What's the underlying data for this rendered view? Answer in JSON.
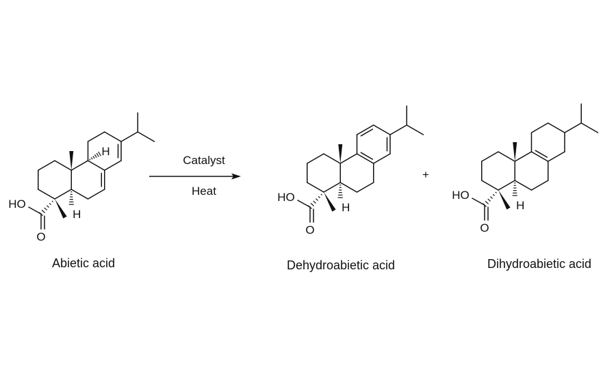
{
  "reaction": {
    "reactant": {
      "name": "Abietic acid"
    },
    "conditions": {
      "above_arrow": "Catalyst",
      "below_arrow": "Heat"
    },
    "plus_sign": "+",
    "products": [
      {
        "name": "Dehydroabietic acid"
      },
      {
        "name": "Dihydroabietic acid"
      }
    ],
    "atom_labels": {
      "hydroxyl": "HO",
      "oxygen": "O",
      "hydrogen": "H"
    }
  },
  "colors": {
    "ink": "#111111",
    "background": "#ffffff"
  }
}
